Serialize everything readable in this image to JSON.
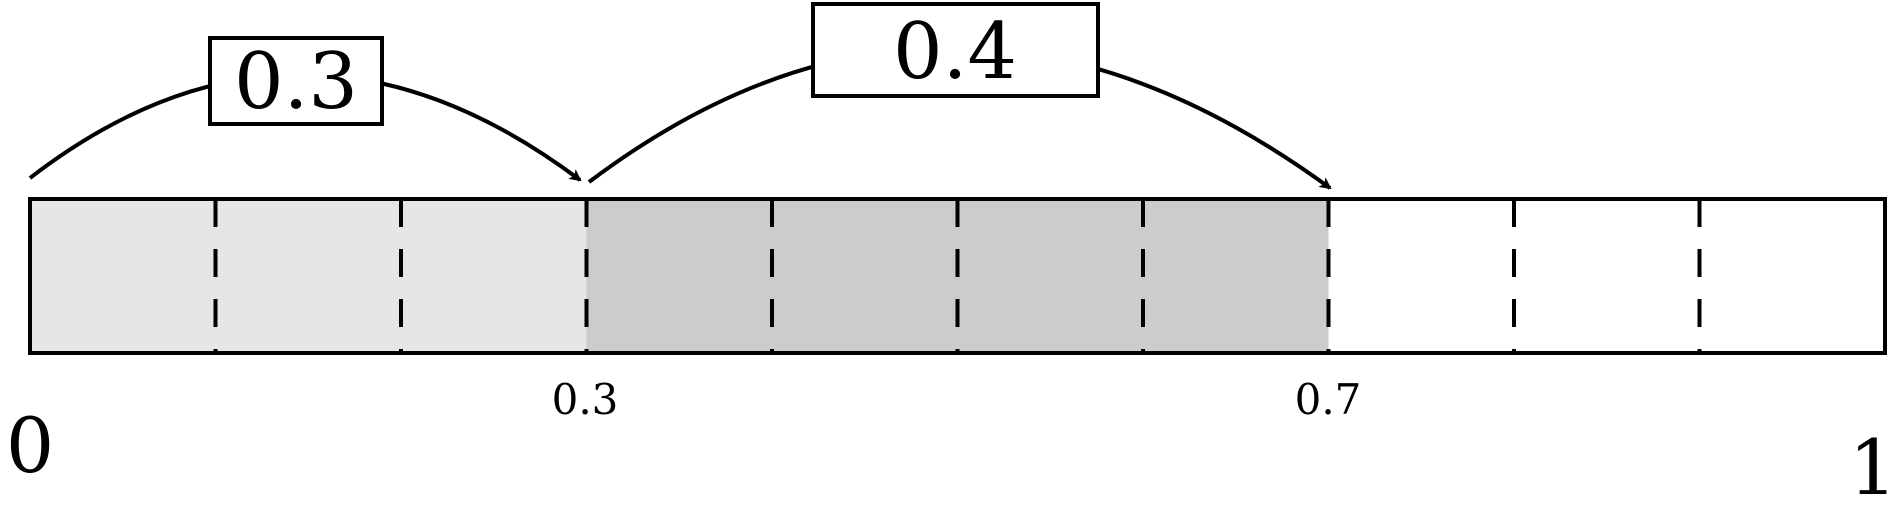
{
  "diagram": {
    "start_label": "0",
    "end_label": "1",
    "segments": [
      {
        "from": 0.0,
        "to": 0.3,
        "fill": "#e6e6e6",
        "label": "0.3",
        "end_tick_label": "0.3"
      },
      {
        "from": 0.3,
        "to": 0.7,
        "fill": "#cccccc",
        "label": "0.4",
        "end_tick_label": "0.7"
      }
    ],
    "divisions": 10,
    "colors": {
      "stroke": "#000000",
      "background": "#ffffff"
    }
  }
}
